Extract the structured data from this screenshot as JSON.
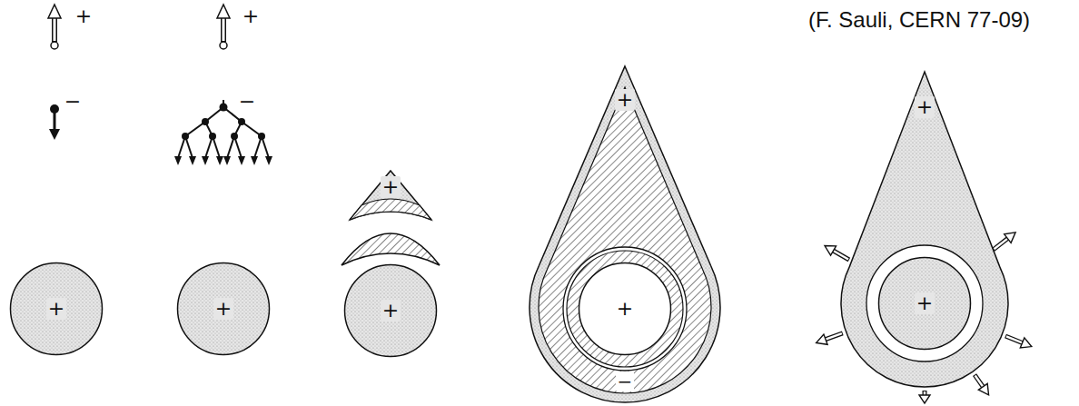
{
  "diagram": {
    "nodes": [
      {
        "text": [
          "+"
        ]
      },
      {
        "text": [
          "+"
        ]
      },
      {
        "text": [
          "+"
        ]
      },
      {
        "text": [
          "+"
        ]
      },
      {
        "text": [
          "+",
          "−"
        ]
      },
      {
        "text": [
          "+"
        ],
        "in": 4
      },
      {
        "text": [
          "+"
        ]
      },
      {
        "text": [
          "+"
        ],
        "in": 6
      }
    ],
    "labels": [
      "+",
      "−",
      "+",
      "−",
      "(F. Sauli, CERN 77-09)"
    ]
  }
}
